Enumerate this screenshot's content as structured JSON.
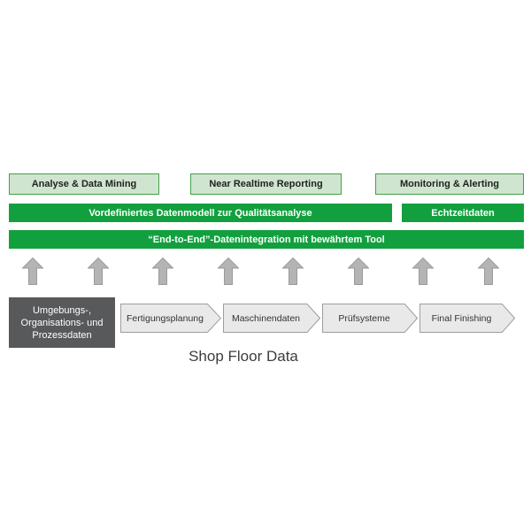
{
  "top_boxes": [
    {
      "label": "Analyse & Data Mining"
    },
    {
      "label": "Near Realtime Reporting"
    },
    {
      "label": "Monitoring & Alerting"
    }
  ],
  "bars": {
    "datamodel": "Vordefiniertes Datenmodell zur Qualitätsanalyse",
    "realtime": "Echtzeitdaten",
    "integration": "“End-to-End”-Datenintegration mit bewährtem Tool"
  },
  "process_flow": {
    "source_box": {
      "lines": [
        "Umgebungs-,",
        "Organisations- und",
        "Prozessdaten"
      ]
    },
    "steps": [
      "Fertigungsplanung",
      "Maschinendaten",
      "Prüfsysteme",
      "Final Finishing"
    ]
  },
  "caption": "Shop Floor Data",
  "icons": {
    "up_arrows_count": 8,
    "up_arrow_name": "up-arrow-icon"
  },
  "colors": {
    "green": "#12a03f",
    "light_green": "#cfe5cf",
    "light_green_border": "#43a049",
    "arrow_fill": "#b4b4b4",
    "arrow_border": "#9a9a9a",
    "dark_box": "#58595b",
    "chevron_fill": "#e9e9e9",
    "chevron_border": "#9e9e9e"
  }
}
